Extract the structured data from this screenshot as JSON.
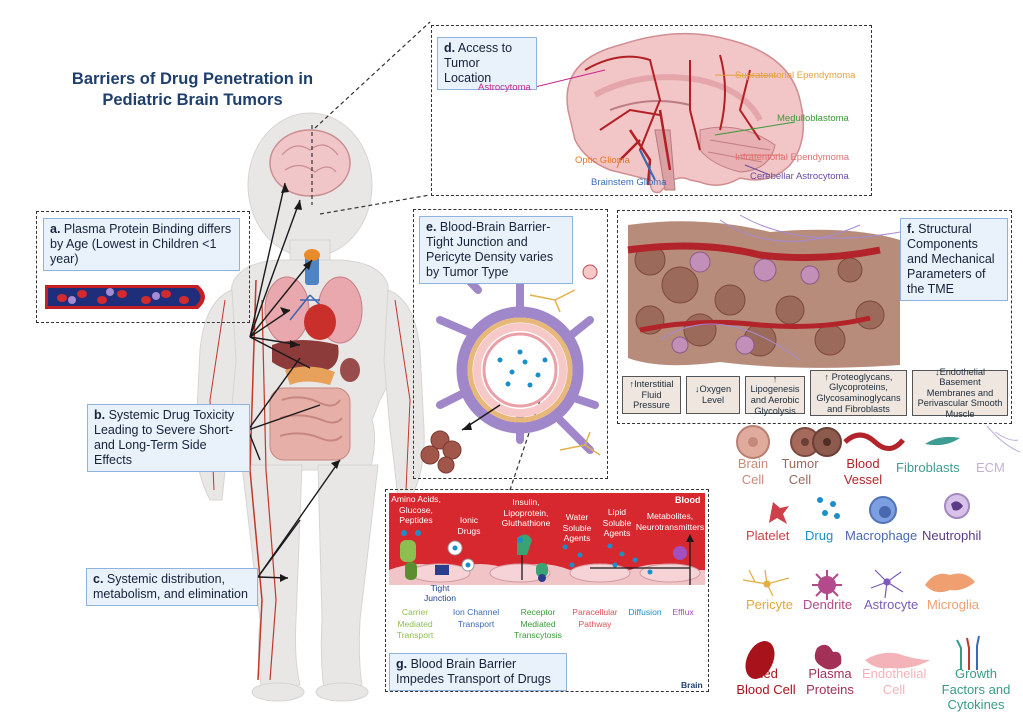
{
  "title": "Barriers of Drug Penetration in Pediatric Brain Tumors",
  "panels": {
    "a": {
      "letter": "a.",
      "text": "Plasma Protein Binding differs by Age (Lowest in Children <1 year)"
    },
    "b": {
      "letter": "b.",
      "text": "Systemic Drug Toxicity Leading to Severe Short- and Long-Term Side Effects"
    },
    "c": {
      "letter": "c.",
      "text": "Systemic distribution, metabolism, and elimination"
    },
    "d": {
      "letter": "d.",
      "text": "Access to Tumor Location"
    },
    "e": {
      "letter": "e.",
      "text": "Blood-Brain Barrier-Tight Junction and Pericyte Density varies by Tumor Type"
    },
    "f": {
      "letter": "f.",
      "text": "Structural Components and Mechanical Parameters of the TME"
    },
    "g": {
      "letter": "g.",
      "text": "Blood Brain Barrier Impedes Transport of Drugs"
    }
  },
  "brain_labels": {
    "astrocytoma": "Astrocytoma",
    "supratentorial": "Supratentorial Ependymoma",
    "medulloblastoma": "Medulloblastoma",
    "optic": "Optic Glioma",
    "infratentorial": "Infratentorial Ependymoma",
    "brainstem": "Brainstem Glioma",
    "cerebellar": "Cerebellar Astrocytoma"
  },
  "tme_boxes": [
    "↑Interstitial Fluid Pressure",
    "↓Oxygen Level",
    "↑ Lipogenesis and Aerobic Glycolysis",
    "↑ Proteoglycans, Glycoproteins, Glycosaminoglycans and Fibroblasts",
    "↓Endothelial Basement Membranes and Perivascular Smooth Muscle"
  ],
  "bbb": {
    "blood": "Blood",
    "brain": "Brain",
    "top_labels": {
      "amino": "Amino Acids, Glucose, Peptides",
      "ionic": "Ionic Drugs",
      "insulin": "Insulin, Lipoprotein, Gluthathione",
      "water": "Water Soluble Agents",
      "lipid": "Lipid Soluble Agents",
      "metabolites": "Metabolites, Neurotransmitters"
    },
    "tight_junction": "Tight Junction",
    "bottom_labels": {
      "carrier": "Carrier Mediated Transport",
      "ion": "Ion Channel Transport",
      "receptor": "Receptor Mediated Transcytosis",
      "paracellular": "Paracellular Pathway",
      "diffusion": "Diffusion",
      "efflux": "Efflux"
    }
  },
  "legend": {
    "brain_cell": "Brain Cell",
    "tumor_cell": "Tumor Cell",
    "blood_vessel": "Blood Vessel",
    "fibroblasts": "Fibroblasts",
    "ecm": "ECM",
    "platelet": "Platelet",
    "drug": "Drug",
    "macrophage": "Macrophage",
    "neutrophil": "Neutrophil",
    "pericyte": "Pericyte",
    "dendrite": "Dendrite",
    "astrocyte": "Astrocyte",
    "microglia": "Microglia",
    "rbc": "Red Blood Cell",
    "plasma": "Plasma Proteins",
    "endothelial": "Endothelial Cell",
    "growth": "Growth Factors and Cytokines"
  }
}
